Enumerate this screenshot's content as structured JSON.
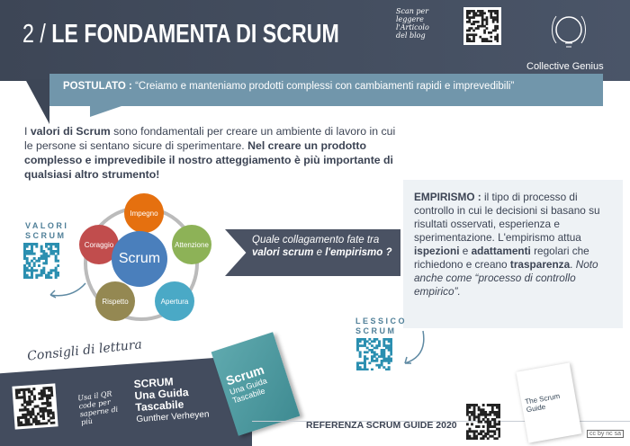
{
  "header": {
    "number": "2 /",
    "title": "LE FONDAMENTA DI SCRUM",
    "scan_note": "Scan per leggere l'Articolo del blog",
    "brand": "Collective Genius"
  },
  "postulato": {
    "label": "POSTULATO :",
    "text": "“Creiamo e manteniamo prodotti complessi con cambiamenti rapidi e imprevedibili”"
  },
  "intro": {
    "p1_a": "I ",
    "p1_b": "valori di Scrum",
    "p1_c": " sono fondamentali per creare un ambiente di lavoro in cui le persone si sentano sicure di sperimentare. ",
    "p1_d": "Nel creare un prodotto complesso e imprevedibile il nostro atteggiamento è più importante di qualsiasi altro strumento!"
  },
  "valori": {
    "label1": "VALORI",
    "label2": "SCRUM",
    "center": "Scrum",
    "values": [
      "Impegno",
      "Attenzione",
      "Apertura",
      "Rispetto",
      "Coraggio"
    ],
    "colors": [
      "#e5700f",
      "#8db257",
      "#4aa9c6",
      "#948852",
      "#c14d4d"
    ],
    "center_color": "#4a7fbc"
  },
  "question": {
    "a": "Quale collagamento fate tra ",
    "b": "valori scrum",
    "c": " e ",
    "d": "l'empirismo ?"
  },
  "empirismo": {
    "label": "EMPIRISMO :",
    "t1": " il tipo di processo di controllo in cui le decisioni si basano su risultati osservati, esperienza e sperimentazione. L'empirismo attua ",
    "b1": "ispezioni",
    "t2": " e ",
    "b2": "adattamenti",
    "t3": " regolari che richiedono e creano ",
    "b3": "trasparenza",
    "t4": ". ",
    "italic": "Noto anche come “processo di controllo empirico”."
  },
  "lessico": {
    "label1": "LESSICO",
    "label2": "SCRUM"
  },
  "reading": {
    "heading": "Consigli di lettura",
    "qr_note": "Usa il QR code per saperne di più",
    "book_line1": "SCRUM",
    "book_line2": "Una Guida",
    "book_line3": "Tascabile",
    "author": "Gunther Verheyen",
    "cover_title": "Scrum",
    "cover_sub": "Una Guida Tascabile"
  },
  "footer": {
    "reference": "REFERENZA SCRUM GUIDE 2020",
    "guide_title": "The Scrum Guide",
    "license": "cc by nc sa"
  }
}
